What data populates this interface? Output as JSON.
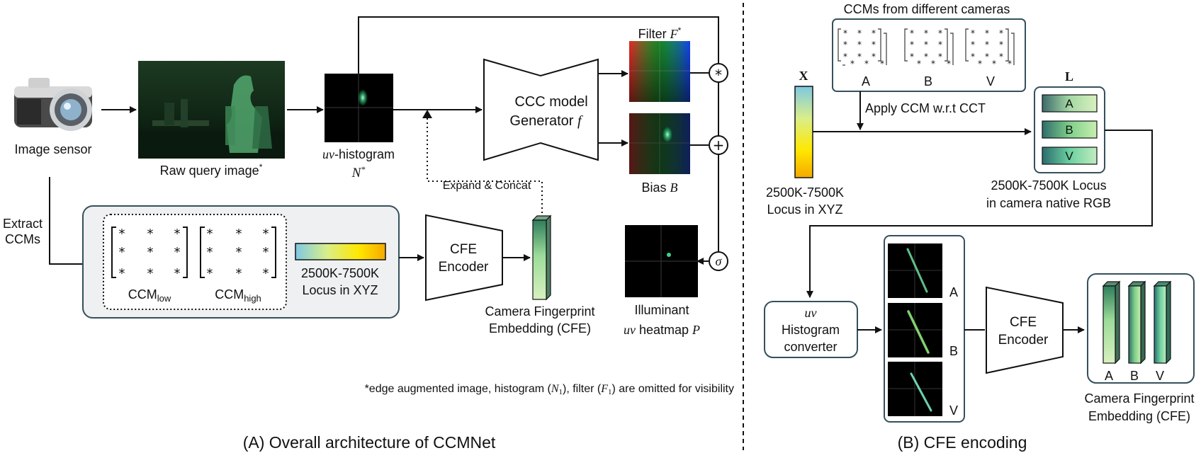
{
  "panel_a": {
    "title": "(A) Overall architecture of CCMNet",
    "image_sensor_label": "Image sensor",
    "raw_query_label": "Raw query image",
    "raw_query_mark": "*",
    "uv_hist_prefix": "uv",
    "uv_hist_suffix": "-histogram",
    "uv_hist_var": "N",
    "uv_hist_var_mark": "*",
    "generator_line1": "CCC model",
    "generator_line2": "Generator",
    "generator_var": "f",
    "filter_label": "Filter",
    "filter_var": "F",
    "filter_mark": "*",
    "bias_label": "Bias",
    "bias_var": "B",
    "illuminant_label": "Illuminant",
    "heatmap_prefix": "uv",
    "heatmap_suffix": "heatmap",
    "heatmap_var": "P",
    "op_multiply": "*",
    "op_add": "+",
    "op_sigma": "σ",
    "expand_concat_label": "Expand & Concat",
    "extract_line1": "Extract",
    "extract_line2": "CCMs",
    "ccm_low_base": "CCM",
    "ccm_low_sub": "low",
    "ccm_high_base": "CCM",
    "ccm_high_sub": "high",
    "locus_line1": "2500K-7500K",
    "locus_line2": "Locus in XYZ",
    "cfe_encoder_line1": "CFE",
    "cfe_encoder_line2": "Encoder",
    "cfe_label_line1": "Camera Fingerprint",
    "cfe_label_line2": "Embedding (CFE)",
    "footnote_1": "*edge augmented image, histogram (",
    "footnote_n": "N",
    "footnote_2": "), filter (",
    "footnote_f": "F",
    "footnote_3": ") are omitted for visibility",
    "footnote_sub": "1"
  },
  "panel_b": {
    "title": "(B) CFE encoding",
    "ccms_title": "CCMs from different cameras",
    "camera_labels": [
      "A",
      "B",
      "V"
    ],
    "x_symbol": "X",
    "l_symbol": "L",
    "apply_ccm_label": "Apply CCM w.r.t CCT",
    "locus_xyz_line1": "2500K-7500K",
    "locus_xyz_line2": "Locus in XYZ",
    "locus_rgb_line1": "2500K-7500K Locus",
    "locus_rgb_line2": "in camera native RGB",
    "converter_prefix": "uv",
    "converter_line1": "Histogram",
    "converter_line2": "converter",
    "cfe_encoder_line1": "CFE",
    "cfe_encoder_line2": "Encoder",
    "cfe_label_line1": "Camera Fingerprint",
    "cfe_label_line2": "Embedding (CFE)"
  },
  "colors": {
    "locus_gradient": [
      "#7ec8e3",
      "#d9ee8a",
      "#ffe800",
      "#f4a900"
    ],
    "cfe_gradient": [
      "#2f7d5b",
      "#9ddc9a",
      "#d8f0bf"
    ],
    "panel_fill": "#eef0f2",
    "box_stroke": "#35505c"
  }
}
